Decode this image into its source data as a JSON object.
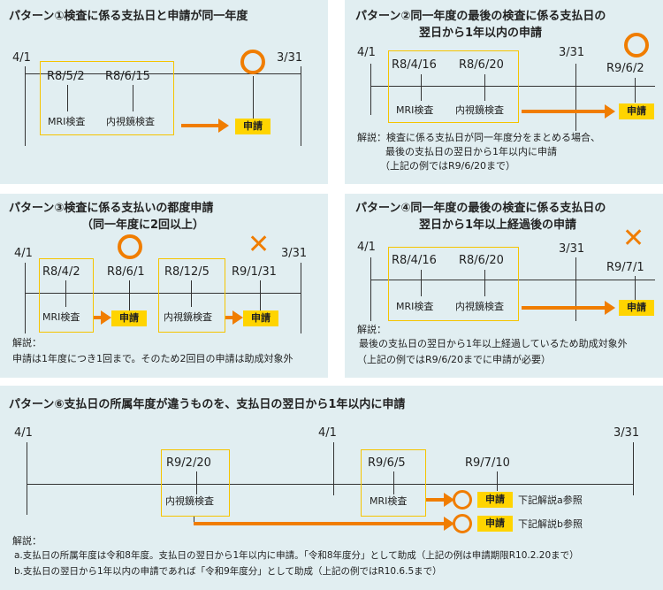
{
  "p1": {
    "title": "パターン①検査に係る支払日と申請が同一年度",
    "start": "4/1",
    "end": "3/31",
    "d1": "R8/5/2",
    "d2": "R8/6/15",
    "e1": "MRI検査",
    "e2": "内視鏡検査",
    "apply": "申請"
  },
  "p2": {
    "title1": "パターン②同一年度の最後の検査に係る支払日の",
    "title2": "翌日から1年以内の申請",
    "start": "4/1",
    "end": "3/31",
    "d1": "R8/4/16",
    "d2": "R8/6/20",
    "d3": "R9/6/2",
    "e1": "MRI検査",
    "e2": "内視鏡検査",
    "apply": "申請",
    "note1": "解説：検査に係る支払日が同一年度分をまとめる場合、",
    "note2": "最後の支払日の翌日から1年以内に申請",
    "note3": "（上記の例ではR9/6/20まで）"
  },
  "p3": {
    "title1": "パターン③検査に係る支払いの都度申請",
    "title2": "（同一年度に2回以上）",
    "start": "4/1",
    "end": "3/31",
    "d1": "R8/4/2",
    "d2": "R8/6/1",
    "d3": "R8/12/5",
    "d4": "R9/1/31",
    "e1": "MRI検査",
    "e2": "内視鏡検査",
    "apply": "申請",
    "note1": "解説：",
    "note2": "申請は1年度につき1回まで。そのため2回目の申請は助成対象外"
  },
  "p4": {
    "title1": "パターン④同一年度の最後の検査に係る支払日の",
    "title2": "翌日から1年以上経過後の申請",
    "start": "4/1",
    "end": "3/31",
    "d1": "R8/4/16",
    "d2": "R8/6/20",
    "d3": "R9/7/1",
    "e1": "MRI検査",
    "e2": "内視鏡検査",
    "apply": "申請",
    "note1": "解説：",
    "note2": "最後の支払日の翌日から1年以上経過しているため助成対象外",
    "note3": "（上記の例ではR9/6/20までに申請が必要）"
  },
  "p5": {
    "title": "パターン⑥支払日の所属年度が違うものを、支払日の翌日から1年以内に申請",
    "start": "4/1",
    "mid": "4/1",
    "end": "3/31",
    "d1": "R9/2/20",
    "d2": "R9/6/5",
    "d3": "R9/7/10",
    "e1": "内視鏡検査",
    "e2": "MRI検査",
    "apply": "申請",
    "ref_a": "下記解説a参照",
    "ref_b": "下記解説b参照",
    "note1": "解説：",
    "note2": "a.支払日の所属年度は令和8年度。支払日の翌日から1年以内に申請。「令和8年度分」として助成（上記の例は申請期限R10.2.20まで）",
    "note3": "b.支払日の翌日から1年以内の申請であれば「令和9年度分」として助成（上記の例ではR10.6.5まで）"
  }
}
